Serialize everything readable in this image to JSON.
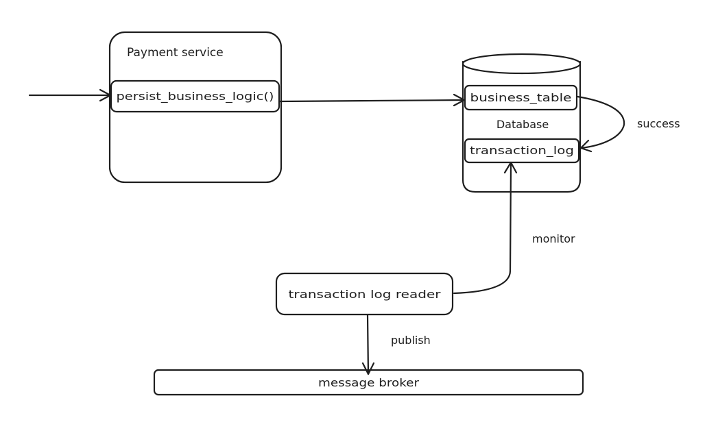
{
  "payment_service": {
    "title": "Payment service",
    "method": "persist_business_logic()"
  },
  "database": {
    "label": "Database",
    "tables": [
      "business_table",
      "transaction_log"
    ]
  },
  "reader": {
    "label": "transaction log reader"
  },
  "broker": {
    "label": "message broker"
  },
  "edges": {
    "success": "success",
    "monitor": "monitor",
    "publish": "publish"
  },
  "colors": {
    "stroke": "#1e1e1e",
    "background": "#ffffff"
  }
}
